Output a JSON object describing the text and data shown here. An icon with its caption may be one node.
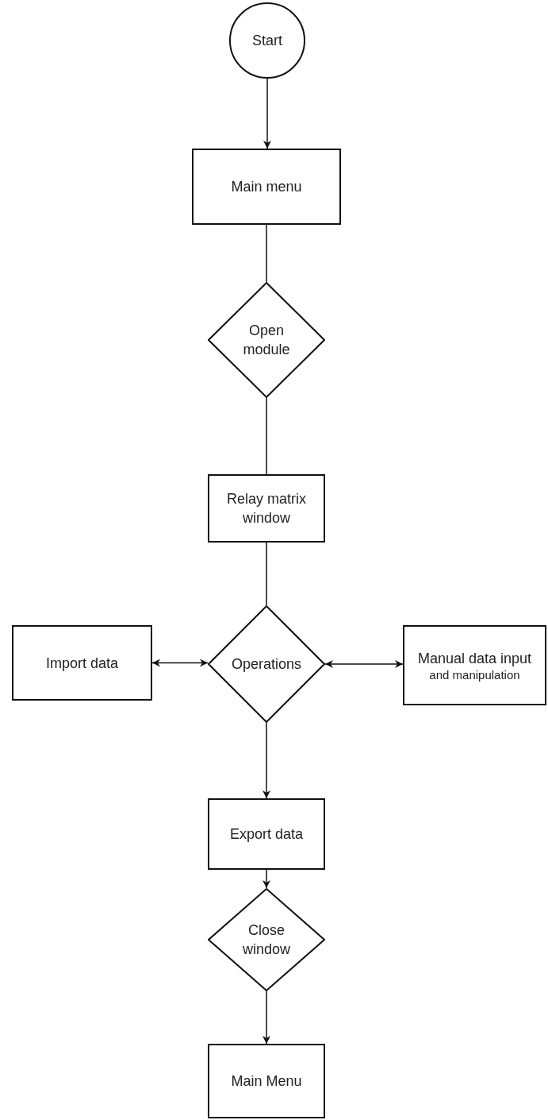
{
  "diagram": {
    "nodes": [
      {
        "text": [
          "Start"
        ]
      },
      {
        "text": [
          "Main menu"
        ]
      },
      {
        "text": [
          "Open module"
        ]
      },
      {
        "text": [
          "Relay matrix window"
        ]
      },
      {
        "text": [
          "Operations"
        ]
      },
      {
        "text": [
          "Import data"
        ]
      },
      {
        "text": [
          "Manual data input",
          "and manipulation"
        ]
      },
      {
        "text": [
          "Export data"
        ]
      },
      {
        "text": [
          "Close window"
        ]
      },
      {
        "text": [
          "Main Menu"
        ]
      }
    ],
    "edges": [
      {
        "from": 0,
        "to": 1,
        "arrow": "to"
      },
      {
        "from": 1,
        "to": 2,
        "arrow": "none"
      },
      {
        "from": 2,
        "to": 3,
        "arrow": "none"
      },
      {
        "from": 3,
        "to": 4,
        "arrow": "none"
      },
      {
        "from": 5,
        "to": 4,
        "arrow": "both"
      },
      {
        "from": 4,
        "to": 6,
        "arrow": "both"
      },
      {
        "from": 4,
        "to": 7,
        "arrow": "to"
      },
      {
        "from": 7,
        "to": 8,
        "arrow": "to"
      },
      {
        "from": 8,
        "to": 9,
        "arrow": "to"
      }
    ]
  }
}
